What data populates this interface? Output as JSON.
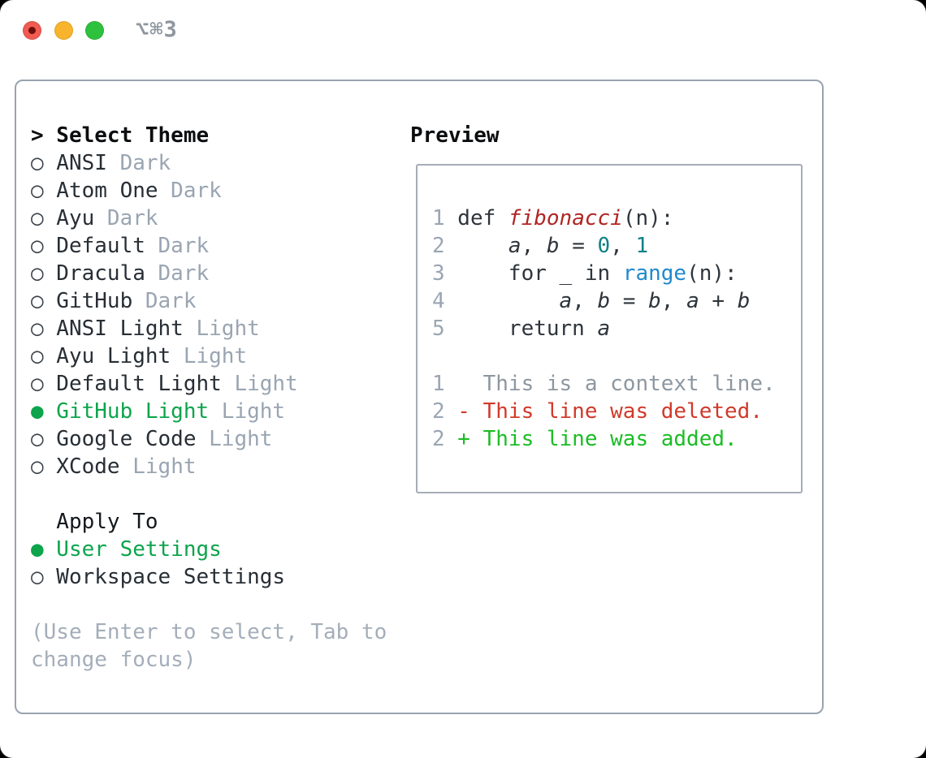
{
  "window": {
    "title": "⌥⌘3",
    "traffic_lights": [
      "close",
      "minimize",
      "zoom"
    ]
  },
  "colors": {
    "accent_green": "#0da44c",
    "added_green": "#1bbd25",
    "deleted_red": "#d03a2b",
    "function_red": "#b02524",
    "number_teal": "#0e8086",
    "builtin_blue": "#2189cc",
    "muted_gray": "#9aa5b2",
    "panel_border": "#99a3b0"
  },
  "theme_list": {
    "header": {
      "prefix": ">",
      "label": "Select Theme"
    },
    "items": [
      {
        "label": "ANSI",
        "tag": "Dark",
        "selected": false
      },
      {
        "label": "Atom One",
        "tag": "Dark",
        "selected": false
      },
      {
        "label": "Ayu",
        "tag": "Dark",
        "selected": false
      },
      {
        "label": "Default",
        "tag": "Dark",
        "selected": false
      },
      {
        "label": "Dracula",
        "tag": "Dark",
        "selected": false
      },
      {
        "label": "GitHub",
        "tag": "Dark",
        "selected": false
      },
      {
        "label": "ANSI Light",
        "tag": "Light",
        "selected": false
      },
      {
        "label": "Ayu Light",
        "tag": "Light",
        "selected": false
      },
      {
        "label": "Default Light",
        "tag": "Light",
        "selected": false
      },
      {
        "label": "GitHub Light",
        "tag": "Light",
        "selected": true
      },
      {
        "label": "Google Code",
        "tag": "Light",
        "selected": false
      },
      {
        "label": "XCode",
        "tag": "Light",
        "selected": false
      }
    ]
  },
  "apply_to": {
    "header": "Apply To",
    "items": [
      {
        "label": "User Settings",
        "selected": true
      },
      {
        "label": "Workspace Settings",
        "selected": false
      }
    ]
  },
  "help_text": {
    "line1": "(Use Enter to select, Tab to",
    "line2": "change focus)"
  },
  "preview": {
    "header": "Preview",
    "code_lines": [
      {
        "num": "1",
        "tokens": [
          {
            "t": "def ",
            "c": "code"
          },
          {
            "t": "fibonacci",
            "c": "func"
          },
          {
            "t": "(n):",
            "c": "code"
          }
        ]
      },
      {
        "num": "2",
        "tokens": [
          {
            "t": "    ",
            "c": "code"
          },
          {
            "t": "a",
            "c": "var"
          },
          {
            "t": ", ",
            "c": "code"
          },
          {
            "t": "b",
            "c": "var"
          },
          {
            "t": " = ",
            "c": "code"
          },
          {
            "t": "0",
            "c": "num"
          },
          {
            "t": ", ",
            "c": "code"
          },
          {
            "t": "1",
            "c": "num"
          }
        ]
      },
      {
        "num": "3",
        "tokens": [
          {
            "t": "    for _ in ",
            "c": "code"
          },
          {
            "t": "range",
            "c": "builtin"
          },
          {
            "t": "(n):",
            "c": "code"
          }
        ]
      },
      {
        "num": "4",
        "tokens": [
          {
            "t": "        ",
            "c": "code"
          },
          {
            "t": "a",
            "c": "var"
          },
          {
            "t": ", ",
            "c": "code"
          },
          {
            "t": "b",
            "c": "var"
          },
          {
            "t": " = ",
            "c": "code"
          },
          {
            "t": "b",
            "c": "var"
          },
          {
            "t": ", ",
            "c": "code"
          },
          {
            "t": "a",
            "c": "var"
          },
          {
            "t": " + ",
            "c": "code"
          },
          {
            "t": "b",
            "c": "var"
          }
        ]
      },
      {
        "num": "5",
        "tokens": [
          {
            "t": "    return ",
            "c": "code"
          },
          {
            "t": "a",
            "c": "var"
          }
        ]
      },
      {
        "num": "",
        "tokens": []
      },
      {
        "num": "1",
        "tokens": [
          {
            "t": "  This is a context line.",
            "c": "context"
          }
        ]
      },
      {
        "num": "2",
        "tokens": [
          {
            "t": "- This line was deleted.",
            "c": "deleted"
          }
        ]
      },
      {
        "num": "2",
        "tokens": [
          {
            "t": "+ This line was added.",
            "c": "added"
          }
        ]
      }
    ]
  }
}
